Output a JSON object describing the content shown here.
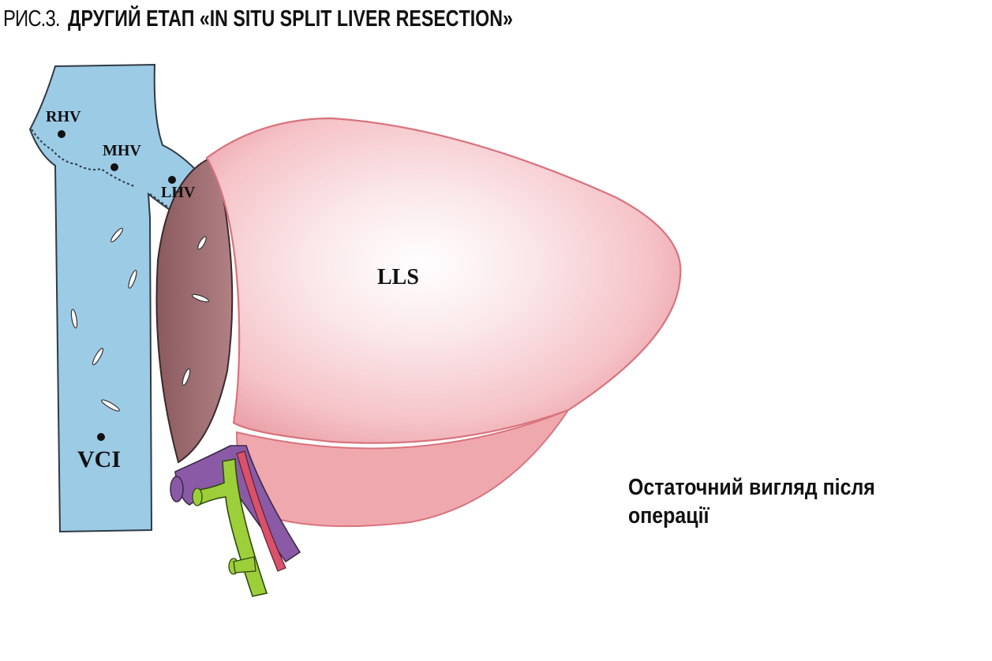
{
  "figure": {
    "title_prefix": "РИС.3.",
    "title_main": "ДРУГИЙ ЕТАП «IN SITU SPLIT LIVER RESECTION»",
    "caption": "Остаточний вигляд після операції"
  },
  "labels": {
    "rhv": "RHV",
    "mhv": "MHV",
    "lhv": "LHV",
    "vci": "VCI",
    "lls": "LLS"
  },
  "colors": {
    "vein_blue": "#9ccbe6",
    "vein_outline": "#2f3a44",
    "liver_pink": "#f3b9bf",
    "liver_edge": "#d9737c",
    "cut_surface": "#9b6a6d",
    "artery_red": "#d9516a",
    "portal_purple": "#8a5aa6",
    "bile_green": "#9ccf3a"
  }
}
